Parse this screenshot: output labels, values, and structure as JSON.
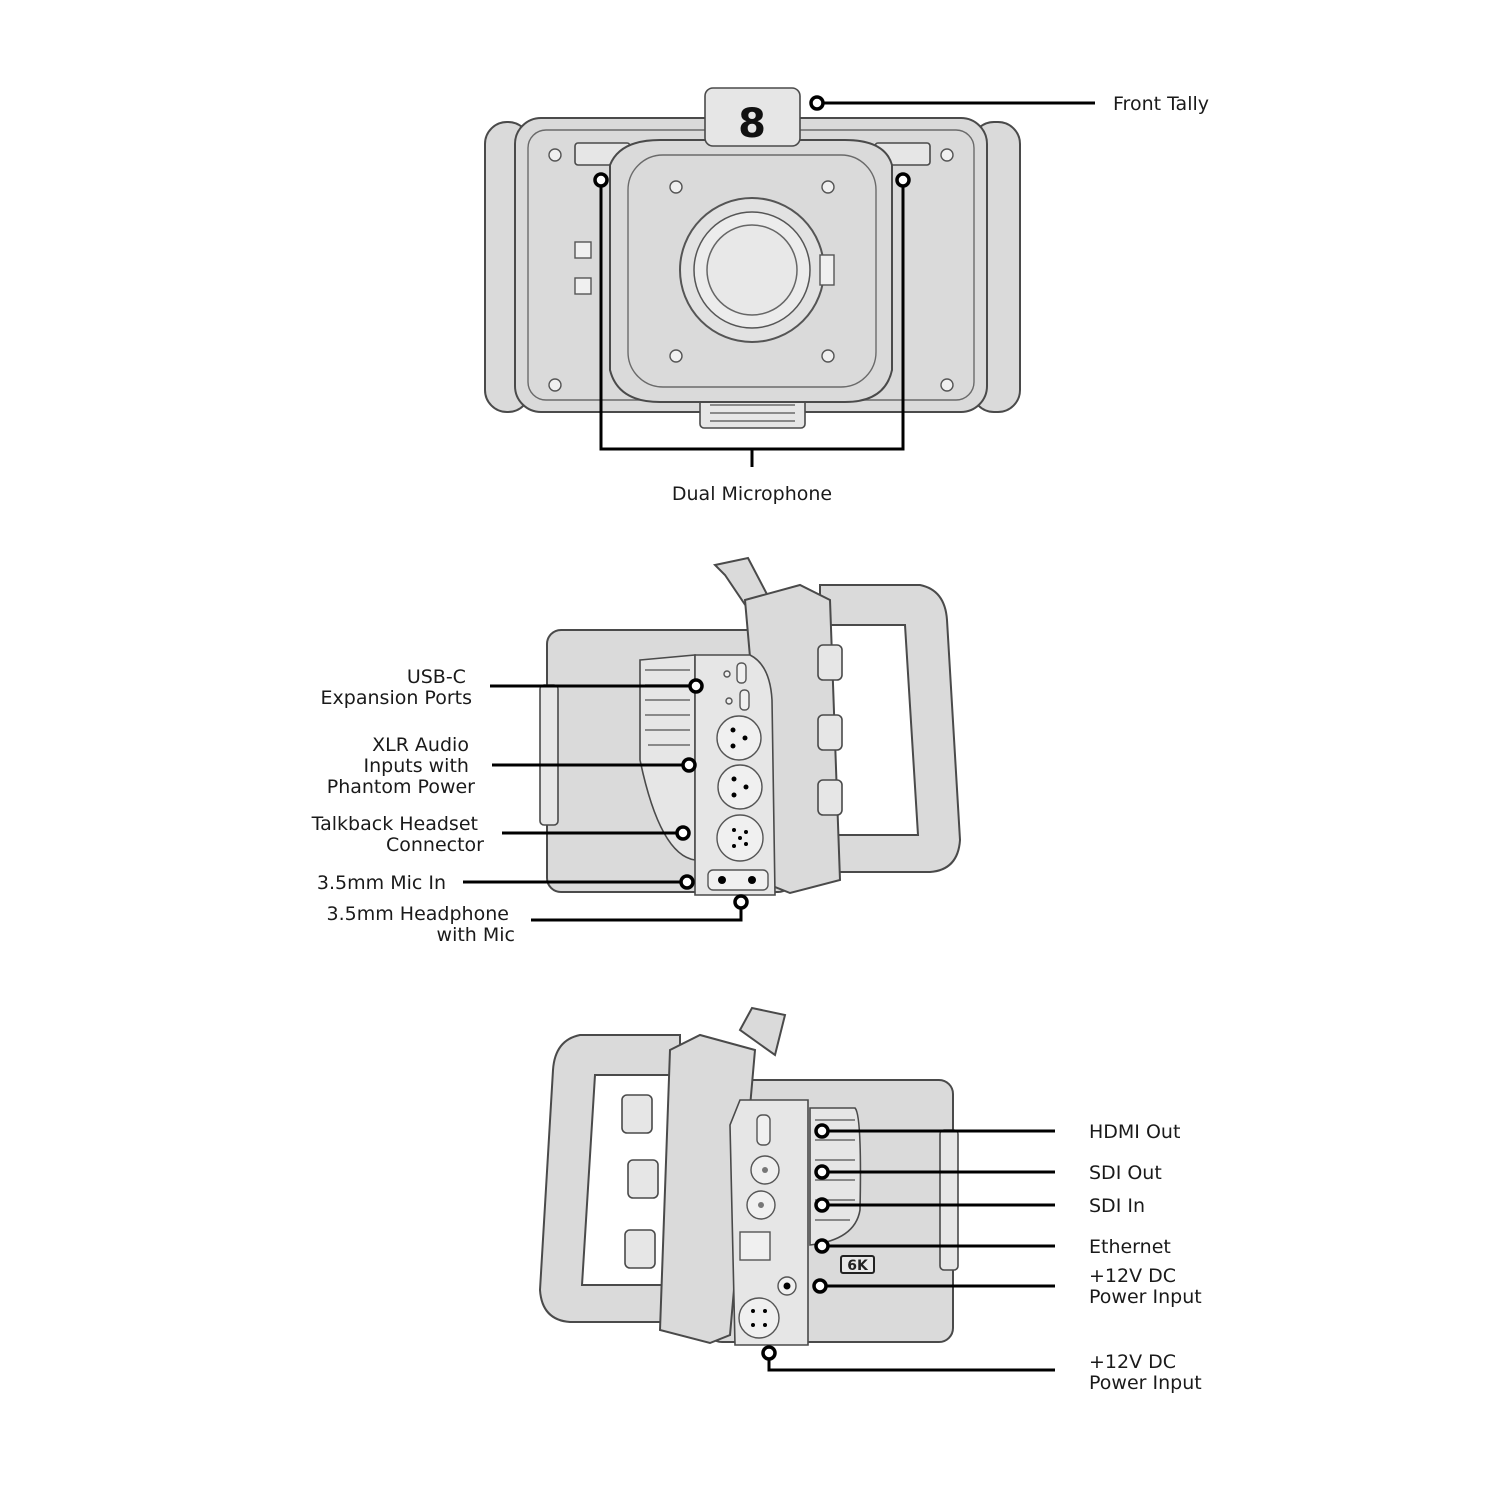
{
  "front_view": {
    "tally_number": "8",
    "labels": {
      "front_tally": "Front Tally",
      "dual_microphone": "Dual Microphone"
    }
  },
  "left_side_view": {
    "labels": {
      "usb_c": [
        "USB-C",
        "Expansion Ports"
      ],
      "xlr": [
        "XLR Audio",
        "Inputs with",
        "Phantom Power"
      ],
      "talkback": [
        "Talkback Headset",
        "Connector"
      ],
      "mic_in": [
        "3.5mm Mic In"
      ],
      "headphone": [
        "3.5mm Headphone",
        "with Mic"
      ]
    }
  },
  "right_side_view": {
    "badge": "6K",
    "labels": {
      "hdmi_out": "HDMI Out",
      "sdi_out": "SDI Out",
      "sdi_in": "SDI In",
      "ethernet": "Ethernet",
      "dc_power_1": [
        "+12V DC",
        "Power Input"
      ],
      "dc_power_2": [
        "+12V DC",
        "Power Input"
      ]
    }
  }
}
